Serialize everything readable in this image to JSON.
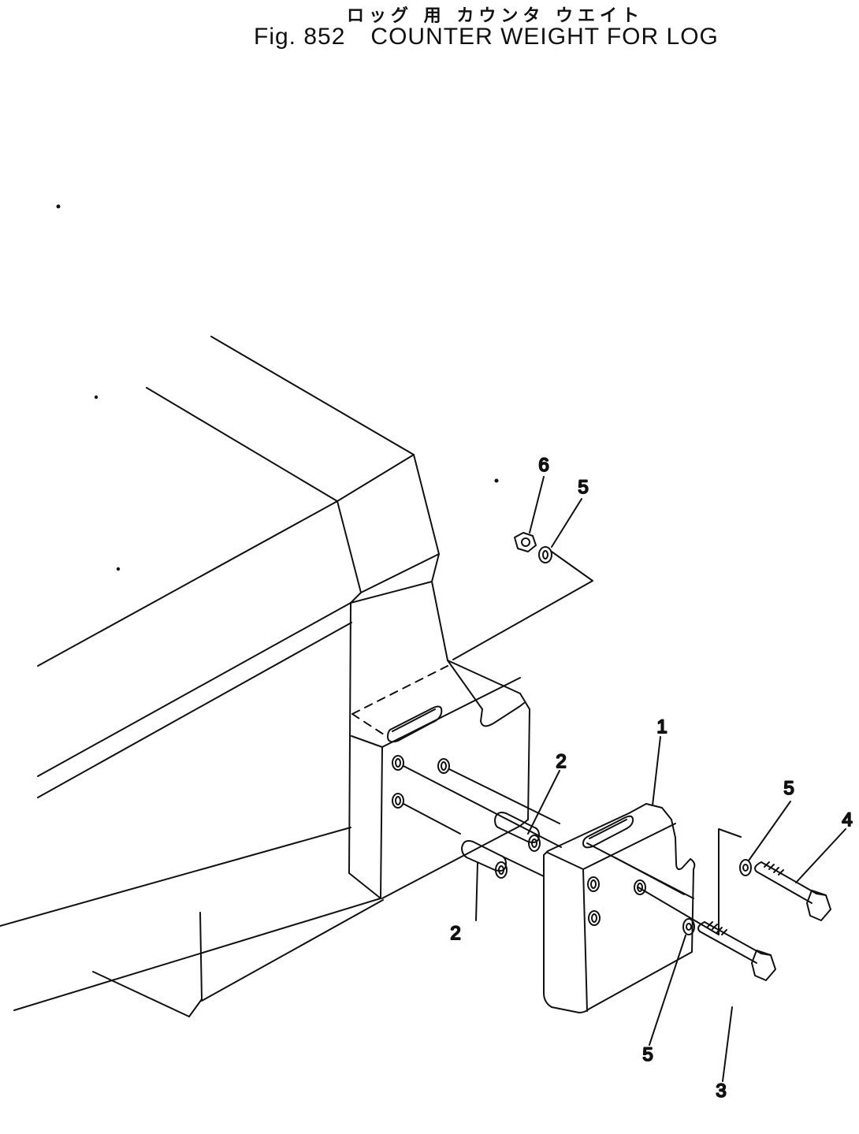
{
  "title_japanese": "ロッグ 用 カウンタ ウエイト",
  "fig_label": "Fig. 852",
  "title": "COUNTER WEIGHT FOR LOG",
  "callouts": {
    "c1": "1",
    "c2a": "2",
    "c2b": "2",
    "c3": "3",
    "c4": "4",
    "c5a": "5",
    "c5b": "5",
    "c5c": "5",
    "c6": "6"
  },
  "colors": {
    "ink": "#111111",
    "paper": "#ffffff"
  }
}
